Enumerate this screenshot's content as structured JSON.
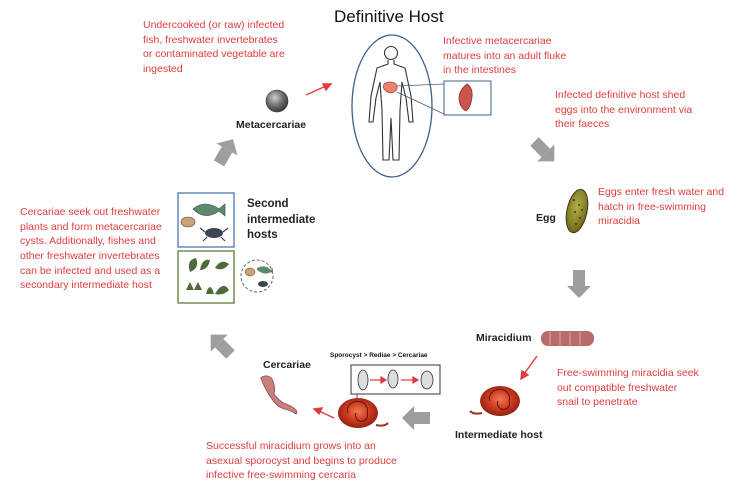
{
  "title": "Definitive Host",
  "stages": {
    "metacercariae": "Metacercariae",
    "second_host_l1": "Second",
    "second_host_l2": "intermediate",
    "second_host_l3": "hosts",
    "egg": "Egg",
    "miracidium": "Miracidium",
    "intermediate_host": "Intermediate host",
    "cercariae": "Cercariae",
    "sequence": "Sporocyst > Rediae > Cercariae"
  },
  "notes": {
    "ingested": [
      "Undercooked (or raw) infected",
      "fish, freshwater invertebrates",
      "or contaminated vegetable are",
      "ingested"
    ],
    "matures": [
      "Infective metacercariae",
      "matures into an adult fluke",
      "in the intestines"
    ],
    "shed": [
      "Infected definitive host shed",
      "eggs into the environment via",
      "their faeces"
    ],
    "hatch": [
      "Eggs enter fresh water and",
      "hatch in free-swimming",
      "miracidia"
    ],
    "penetrate": [
      "Free-swimming miracidia seek",
      "out compatible freshwater",
      "snail to penetrate"
    ],
    "sporocyst": [
      "Successful miracidium grows into an",
      "asexual sporocyst and begins to produce",
      "infective free-swimming cercaria"
    ],
    "cysts": [
      "Cercariae seek out freshwater",
      "plants and form metacercariae",
      "cysts. Additionally, fishes and",
      "other freshwater invertebrates",
      "can be infected and used as a",
      "secondary intermediate host"
    ]
  },
  "colors": {
    "note_text": "#e03c3c",
    "cycle_arrow": "#9e9e9e",
    "box_border": "#4a7ab5",
    "plant_box_border": "#5c7a3a",
    "snail": "#c0392b"
  }
}
